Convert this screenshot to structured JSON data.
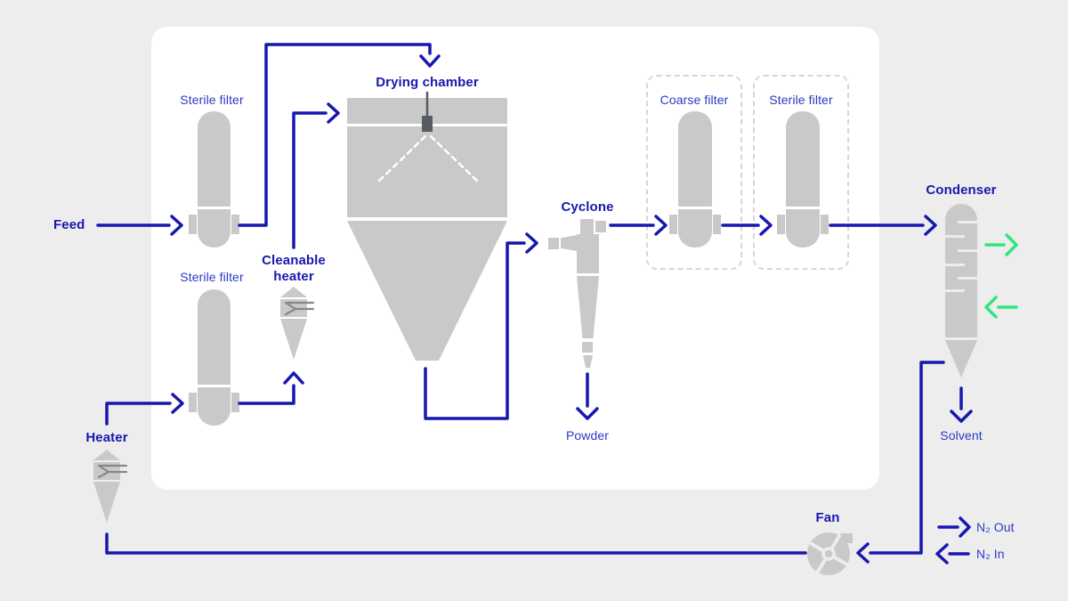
{
  "colors": {
    "background": "#ededee",
    "card": "#ffffff",
    "equipment_gray": "#c9c9c9",
    "pipe_blue": "#1717b0",
    "label_blue": "#2b3ac6",
    "title_blue": "#1818ae",
    "coolant_green": "#2ee67d",
    "nozzle_dark": "#565c61",
    "symbol_gray": "#84888c"
  },
  "components": {
    "feed": {
      "label": "Feed"
    },
    "sterile_filter_top": {
      "label": "Sterile filter"
    },
    "drying_chamber": {
      "label": "Drying chamber"
    },
    "cleanable_heater": {
      "label_line1": "Cleanable",
      "label_line2": "heater"
    },
    "sterile_filter_bottom": {
      "label": "Sterile filter"
    },
    "heater": {
      "label": "Heater"
    },
    "cyclone": {
      "label": "Cyclone"
    },
    "powder_out": {
      "label": "Powder"
    },
    "coarse_filter": {
      "label": "Coarse filter"
    },
    "sterile_filter_exhaust": {
      "label": "Sterile filter"
    },
    "condenser": {
      "label": "Condenser"
    },
    "solvent_out": {
      "label": "Solvent"
    },
    "fan": {
      "label": "Fan"
    },
    "n2_out": {
      "label": "N₂ Out"
    },
    "n2_in": {
      "label": "N₂ In"
    }
  }
}
